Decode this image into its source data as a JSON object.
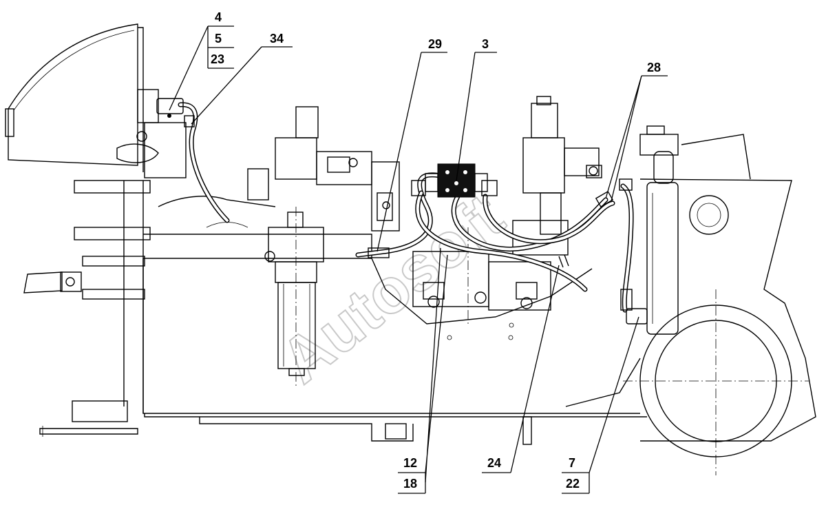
{
  "watermark": "Autosoft",
  "callouts": [
    {
      "id": "label-4",
      "text": "4"
    },
    {
      "id": "label-5",
      "text": "5"
    },
    {
      "id": "label-23",
      "text": "23"
    },
    {
      "id": "label-34",
      "text": "34"
    },
    {
      "id": "label-29",
      "text": "29"
    },
    {
      "id": "label-3",
      "text": "3"
    },
    {
      "id": "label-28",
      "text": "28"
    },
    {
      "id": "label-12",
      "text": "12"
    },
    {
      "id": "label-18",
      "text": "18"
    },
    {
      "id": "label-24",
      "text": "24"
    },
    {
      "id": "label-7",
      "text": "7"
    },
    {
      "id": "label-22",
      "text": "22"
    }
  ]
}
